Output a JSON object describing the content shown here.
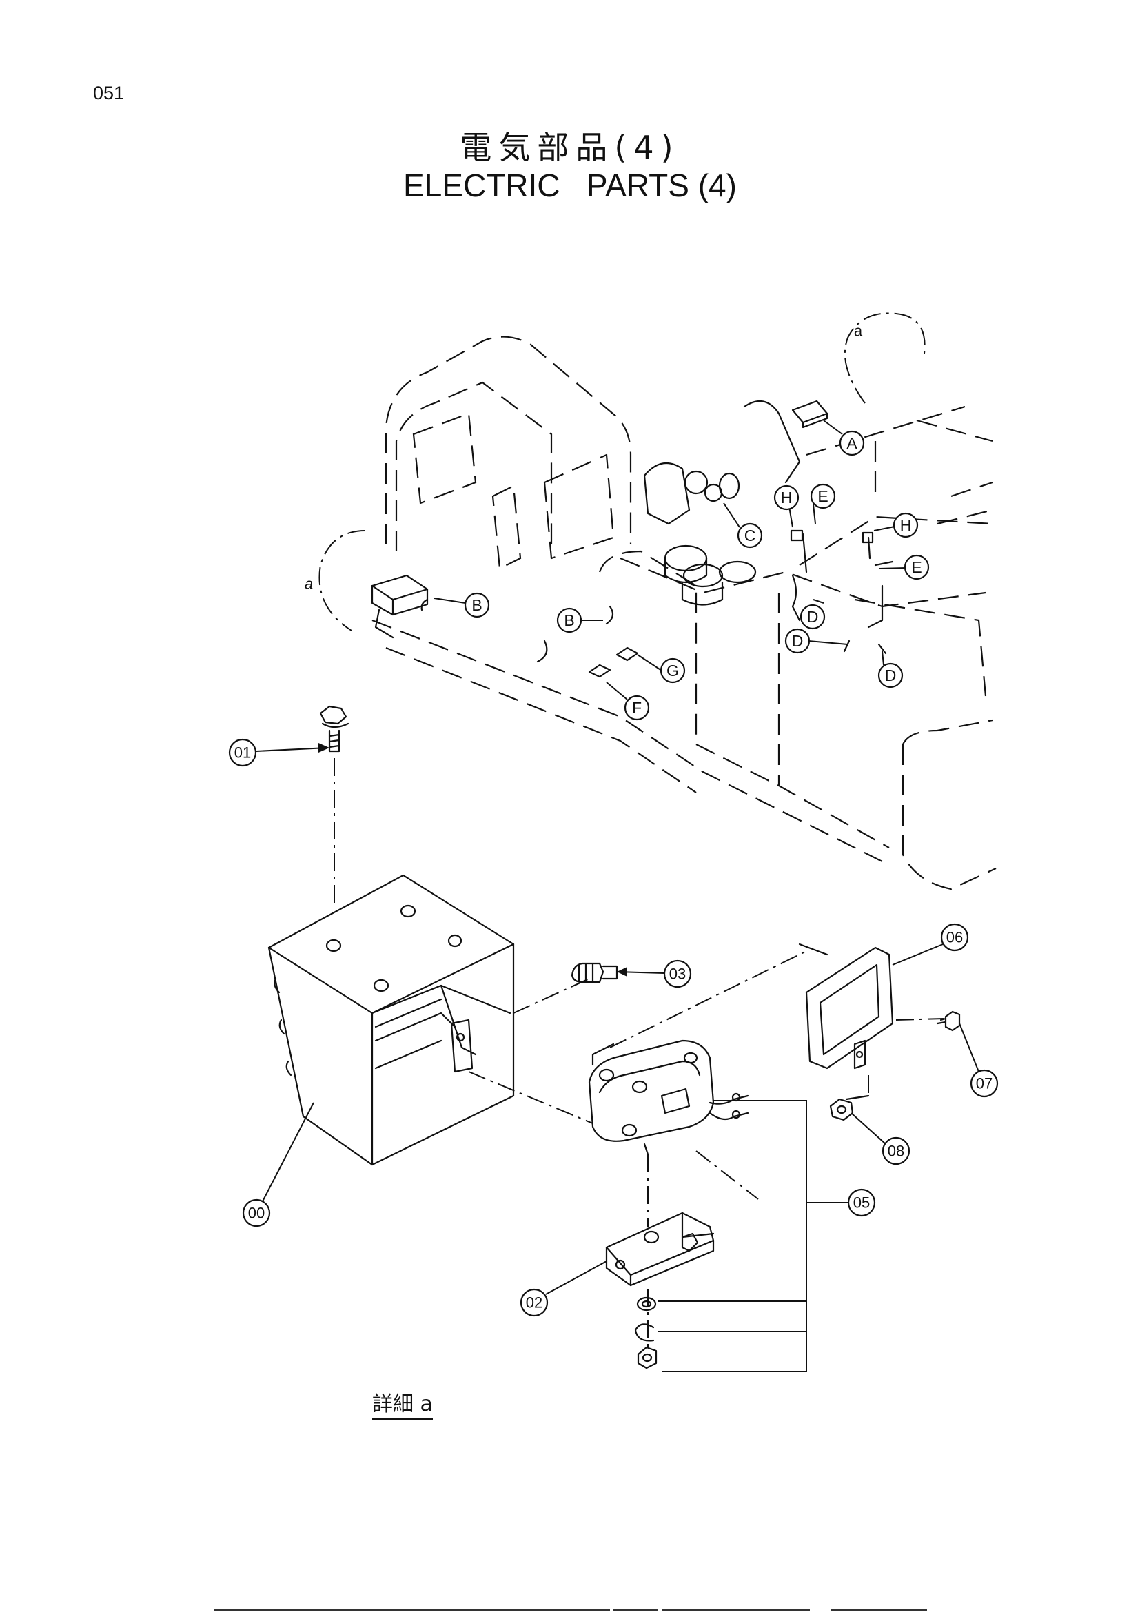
{
  "page_number": "051",
  "title": {
    "japanese": "電気部品(4)",
    "english": "ELECTRIC   PARTS (4)"
  },
  "detail": {
    "circle_label_top": "a",
    "circle_label_left": "a",
    "caption": "詳細 a"
  },
  "locator_callouts": [
    "A",
    "B",
    "B",
    "C",
    "D",
    "D",
    "D",
    "E",
    "E",
    "F",
    "G",
    "H",
    "H"
  ],
  "part_callouts": [
    "00",
    "01",
    "02",
    "03",
    "05",
    "06",
    "07",
    "08"
  ]
}
